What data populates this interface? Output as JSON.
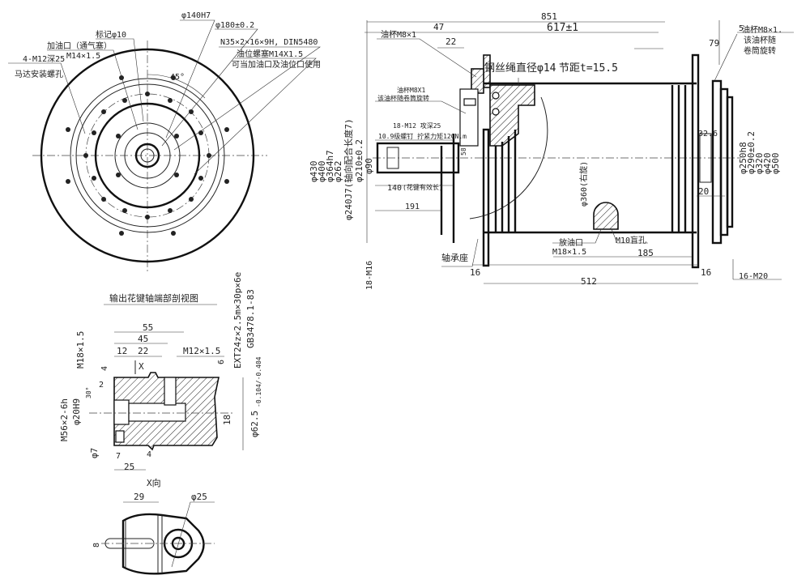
{
  "front_view": {
    "phi140": "φ140H7",
    "phi180": "φ180±0.2",
    "spline": "N35×2×16×9H, DIN5480",
    "oil_plug": "油位螺塞M14X1.5",
    "oil_plug_note": "可当加油口及油位口使用",
    "mark": "标记φ10",
    "fill_port": "加油口（通气塞）",
    "fill_port_thread": "M14×1.5",
    "motor_holes": "4-M12深25",
    "motor_holes_note": "马达安装螺孔",
    "angle": "45°"
  },
  "side_view": {
    "overall": "851",
    "d47": "47",
    "d617": "617±1",
    "d22": "22",
    "d79": "79",
    "d5": "5",
    "cup_left": "油杯M8×1",
    "rope": "钢丝绳直径φ14",
    "pitch": "节距t=15.5",
    "cup_right": "油杯M8×1.",
    "cup_right_note1": "该油杯随",
    "cup_right_note2": "卷筒旋转",
    "cup_inner": "油杯M8X1",
    "cup_inner_note": "该油杯随卷筒旋转",
    "bolts": "18-M12  攻深25",
    "bolts_note": "10.9级螺钉  拧紧力矩120N.m",
    "d58": "58",
    "d32_6": "32.6",
    "d20": "20",
    "d140": "140",
    "d140_note": "(花键有效长)",
    "d191": "191",
    "drum_dia": "φ360(右旋)",
    "drain": "放油口",
    "drain_thread": "M18×1.5",
    "blind_hole": "M10盲孔",
    "d185": "185",
    "bearing_seat": "轴承座",
    "d16a": "16",
    "d16b": "16",
    "d512": "512",
    "m16": "18-M16",
    "m20": "16-M20",
    "left_dias": [
      "φ430",
      "φ400",
      "φ364h7",
      "φ262",
      "φ240J7(轴向配合长度7)",
      "φ210±0.2",
      "φ90"
    ],
    "right_dias": [
      "φ250h8",
      "φ290±0.2",
      "φ320",
      "φ420",
      "φ500"
    ]
  },
  "section_view": {
    "title": "输出花键轴端部剖视图",
    "d55": "55",
    "d45": "45",
    "d12": "12",
    "d22": "22",
    "m12": "M12×1.5",
    "d6": "6",
    "x_mark": "X",
    "m18": "M18×1.5",
    "d4a": "4",
    "d2": "2",
    "d30": "30°",
    "m56": "M56×2-6h",
    "phi20": "φ20H9",
    "phi7": "φ7",
    "d7": "7",
    "d4b": "4",
    "d25": "25",
    "d18": "18",
    "phi62": "φ62.5",
    "phi62_tol": "-0.104/-0.404",
    "ext": "EXT24z×2.5m×30p×6e",
    "gb": "GB3478.1-83"
  },
  "x_view": {
    "title": "X向",
    "d29": "29",
    "phi25": "φ25",
    "d8": "8"
  }
}
